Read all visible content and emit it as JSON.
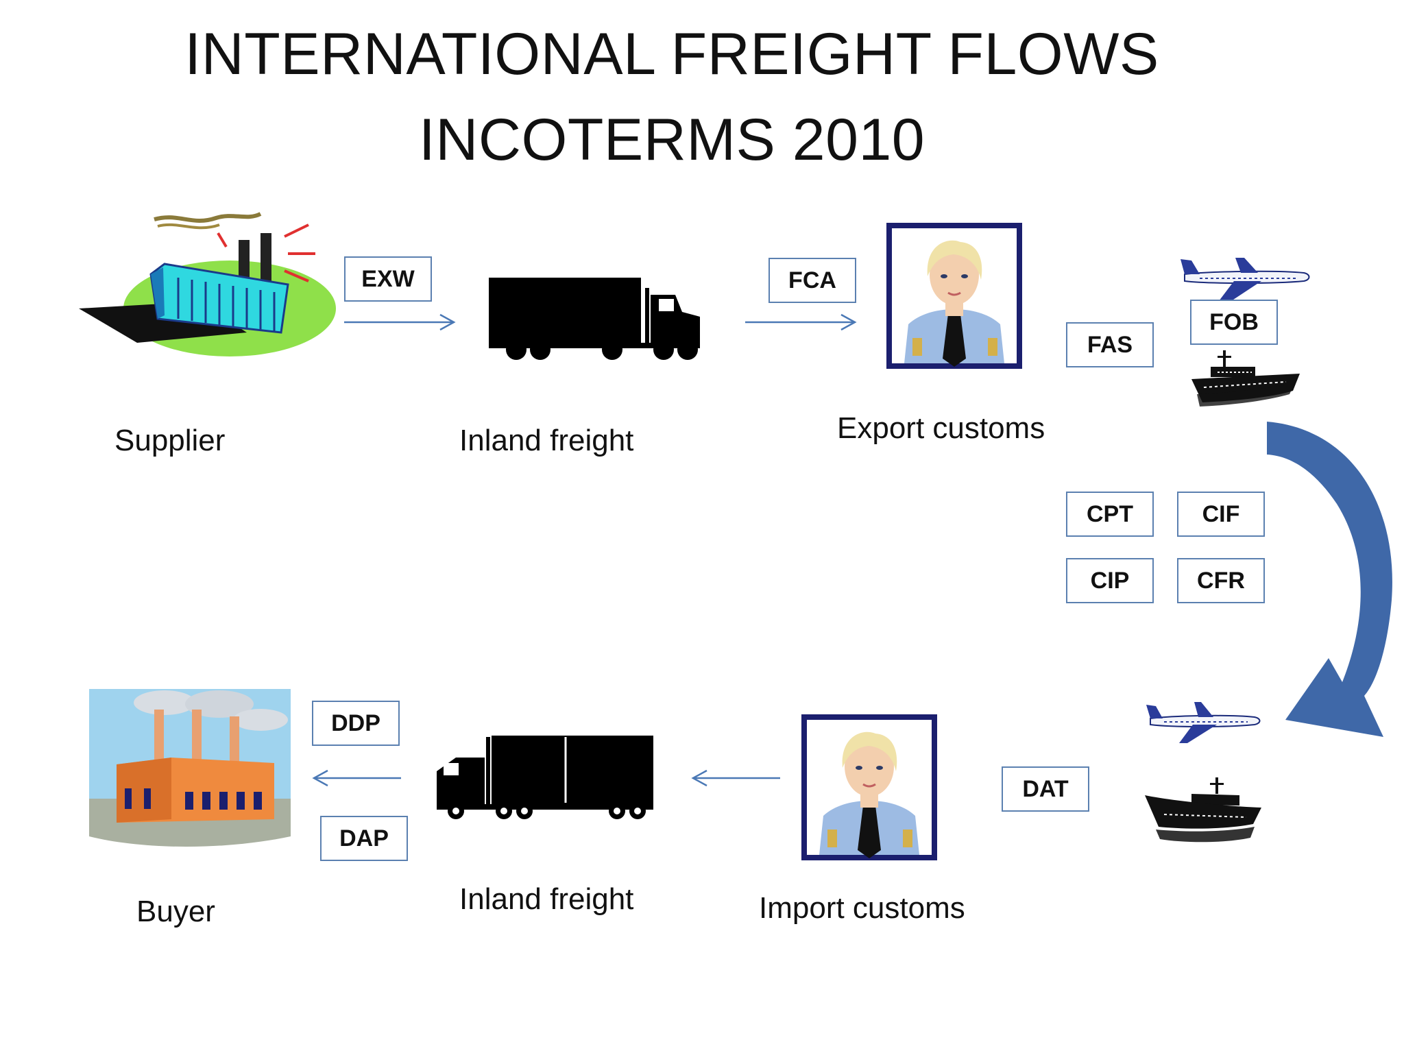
{
  "title": {
    "line1": "INTERNATIONAL FREIGHT FLOWS",
    "line2": "INCOTERMS 2010"
  },
  "terms": {
    "exw": "EXW",
    "fca": "FCA",
    "fas": "FAS",
    "fob": "FOB",
    "cpt": "CPT",
    "cif": "CIF",
    "cip": "CIP",
    "cfr": "CFR",
    "dat": "DAT",
    "ddp": "DDP",
    "dap": "DAP"
  },
  "captions": {
    "supplier": "Supplier",
    "inland_freight_export": "Inland freight",
    "export_customs": "Export customs",
    "buyer": "Buyer",
    "inland_freight_import": "Inland freight",
    "import_customs": "Import customs"
  },
  "icons": {
    "supplier": "factory-icon",
    "truck_export": "truck-icon",
    "officer_export": "customs-officer-icon",
    "plane_export": "airplane-icon",
    "ship_export": "ship-icon",
    "plane_import": "airplane-icon",
    "ship_import": "ship-icon",
    "officer_import": "customs-officer-icon",
    "truck_import": "truck-icon",
    "buyer": "buyer-factory-icon"
  },
  "colors": {
    "arrow": "#4a78b5",
    "curved_arrow": "#3f68a8",
    "box_border": "#5b80b0"
  }
}
